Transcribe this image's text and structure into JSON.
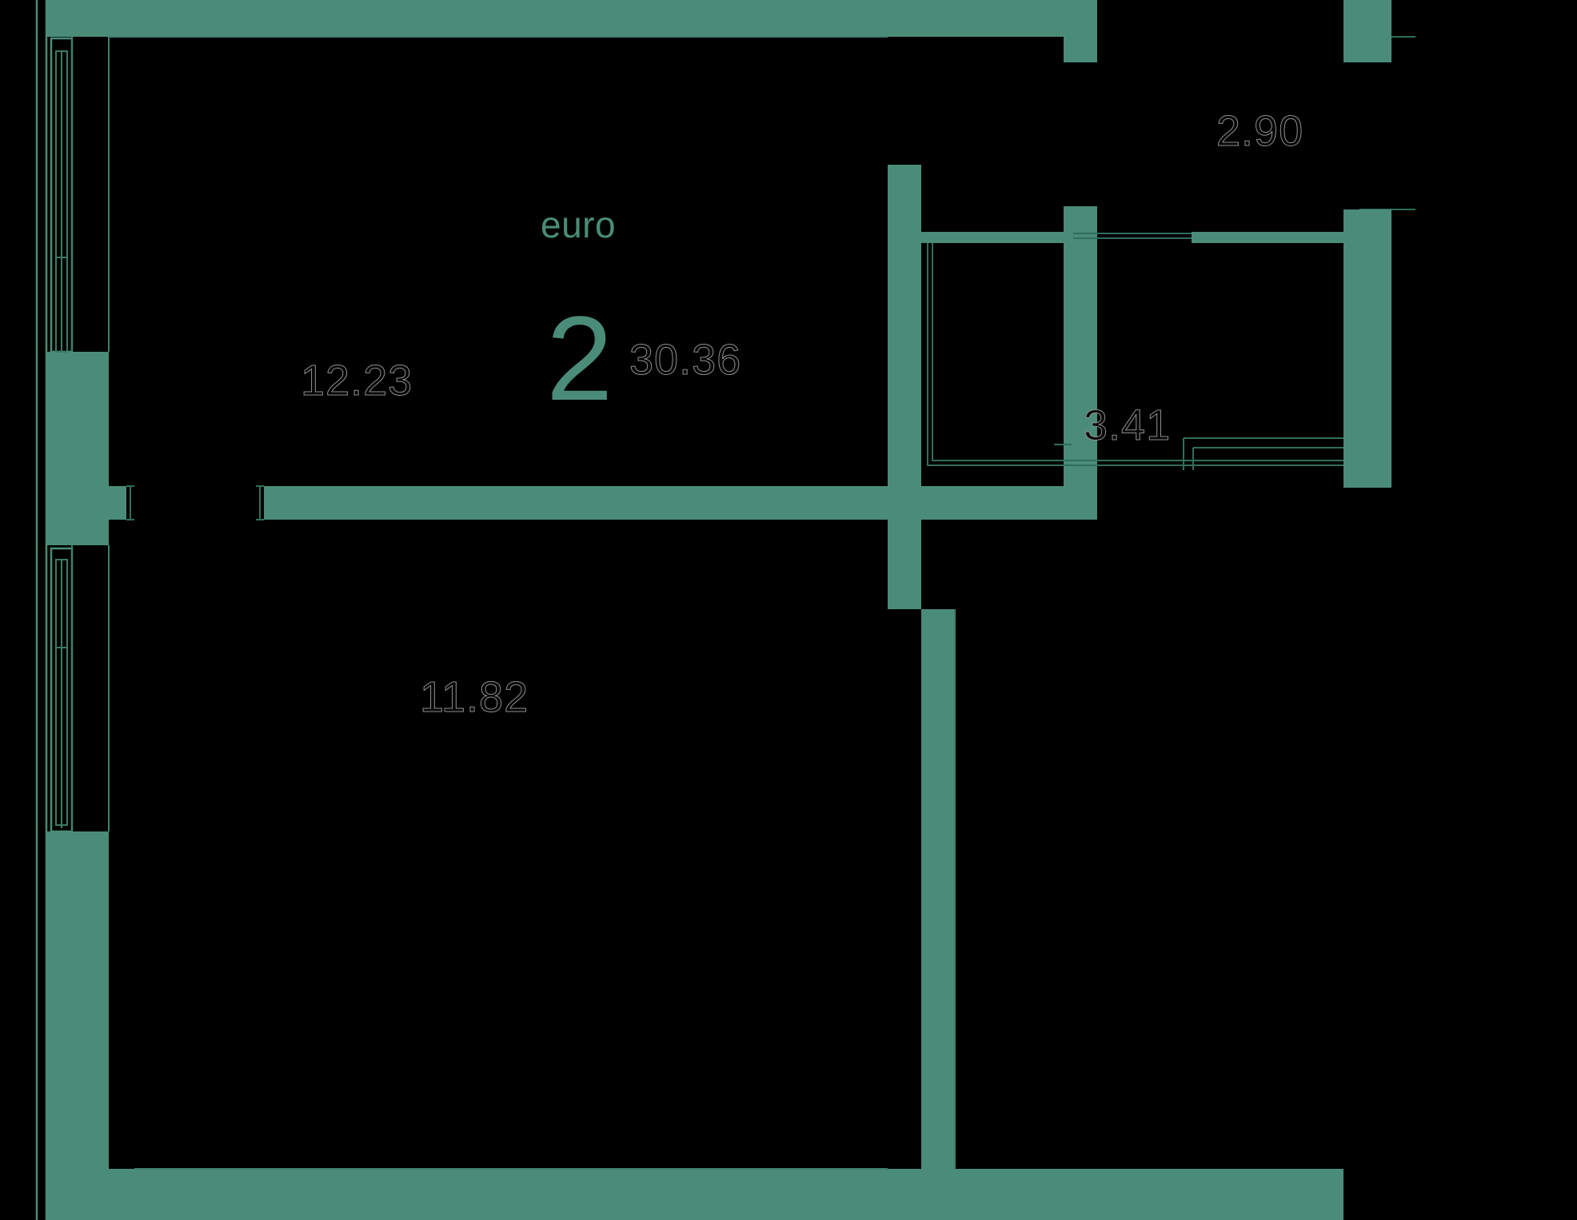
{
  "plan": {
    "type": "apartment-floor-plan",
    "title": "euro 2",
    "layout_name": "euro",
    "rooms_count": "2",
    "total_area": "30.36",
    "colors": {
      "wall": "#4a8c78",
      "background": "#000000",
      "accent_text": "#4a8c78",
      "dimension_text": "#8f8f8f"
    },
    "badge": {
      "word": "euro",
      "number": "2",
      "area": "30.36"
    },
    "rooms": [
      {
        "id": "living-kitchen",
        "area": "12.23"
      },
      {
        "id": "bedroom",
        "area": "11.82"
      },
      {
        "id": "bathroom",
        "area": "3.41"
      },
      {
        "id": "hallway",
        "area": "2.90"
      }
    ],
    "labels": {
      "living_kitchen_area": "12.23",
      "bedroom_area": "11.82",
      "bathroom_area": "3.41",
      "hallway_area": "2.90"
    }
  }
}
